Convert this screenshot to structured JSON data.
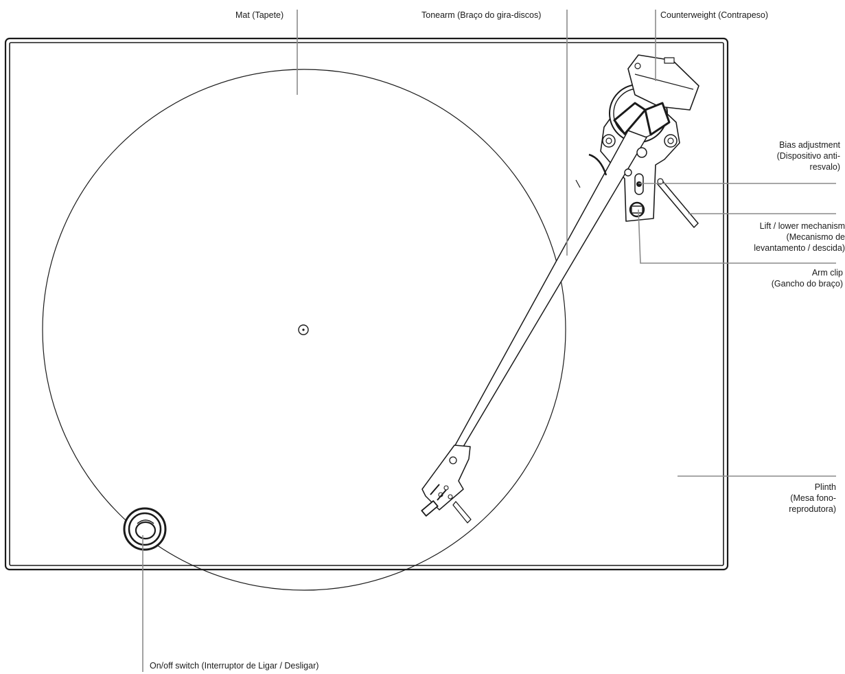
{
  "labels": {
    "mat": "Mat (Tapete)",
    "tonearm": "Tonearm (Braço do gira-discos)",
    "counterweight": "Counterweight (Contrapeso)",
    "bias": [
      "Bias adjustment",
      "(Dispositivo anti-",
      "resvalo)"
    ],
    "lift": [
      "Lift / lower mechanism",
      "(Mecanismo de",
      "levantamento / descida)"
    ],
    "arm_clip": [
      "Arm clip",
      "(Gancho do braço)"
    ],
    "plinth": [
      "Plinth",
      "(Mesa fono-",
      "reprodutora)"
    ],
    "switch": "On/off switch (Interruptor de Ligar / Desligar)"
  },
  "colors": {
    "stroke": "#1a1a1a",
    "leader": "#8a8a8a",
    "background": "#ffffff"
  }
}
